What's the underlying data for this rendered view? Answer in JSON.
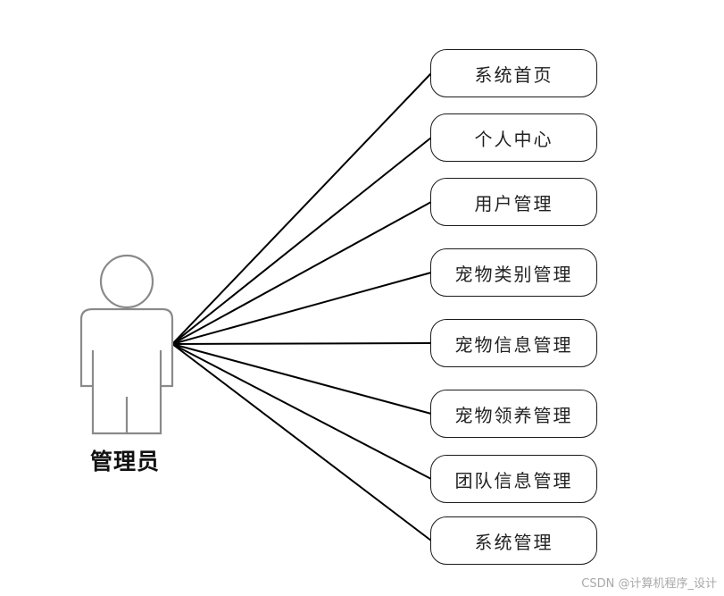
{
  "actor": {
    "label": "管理员"
  },
  "use_cases": [
    {
      "label": "系统首页"
    },
    {
      "label": "个人中心"
    },
    {
      "label": "用户管理"
    },
    {
      "label": "宠物类别管理"
    },
    {
      "label": "宠物信息管理"
    },
    {
      "label": "宠物领养管理"
    },
    {
      "label": "团队信息管理"
    },
    {
      "label": "系统管理"
    }
  ],
  "watermark": "CSDN @计算机程序_设计",
  "colors": {
    "line": "#000000",
    "actor_outline": "#8a8a8a",
    "box_border": "#1a1a1a"
  }
}
